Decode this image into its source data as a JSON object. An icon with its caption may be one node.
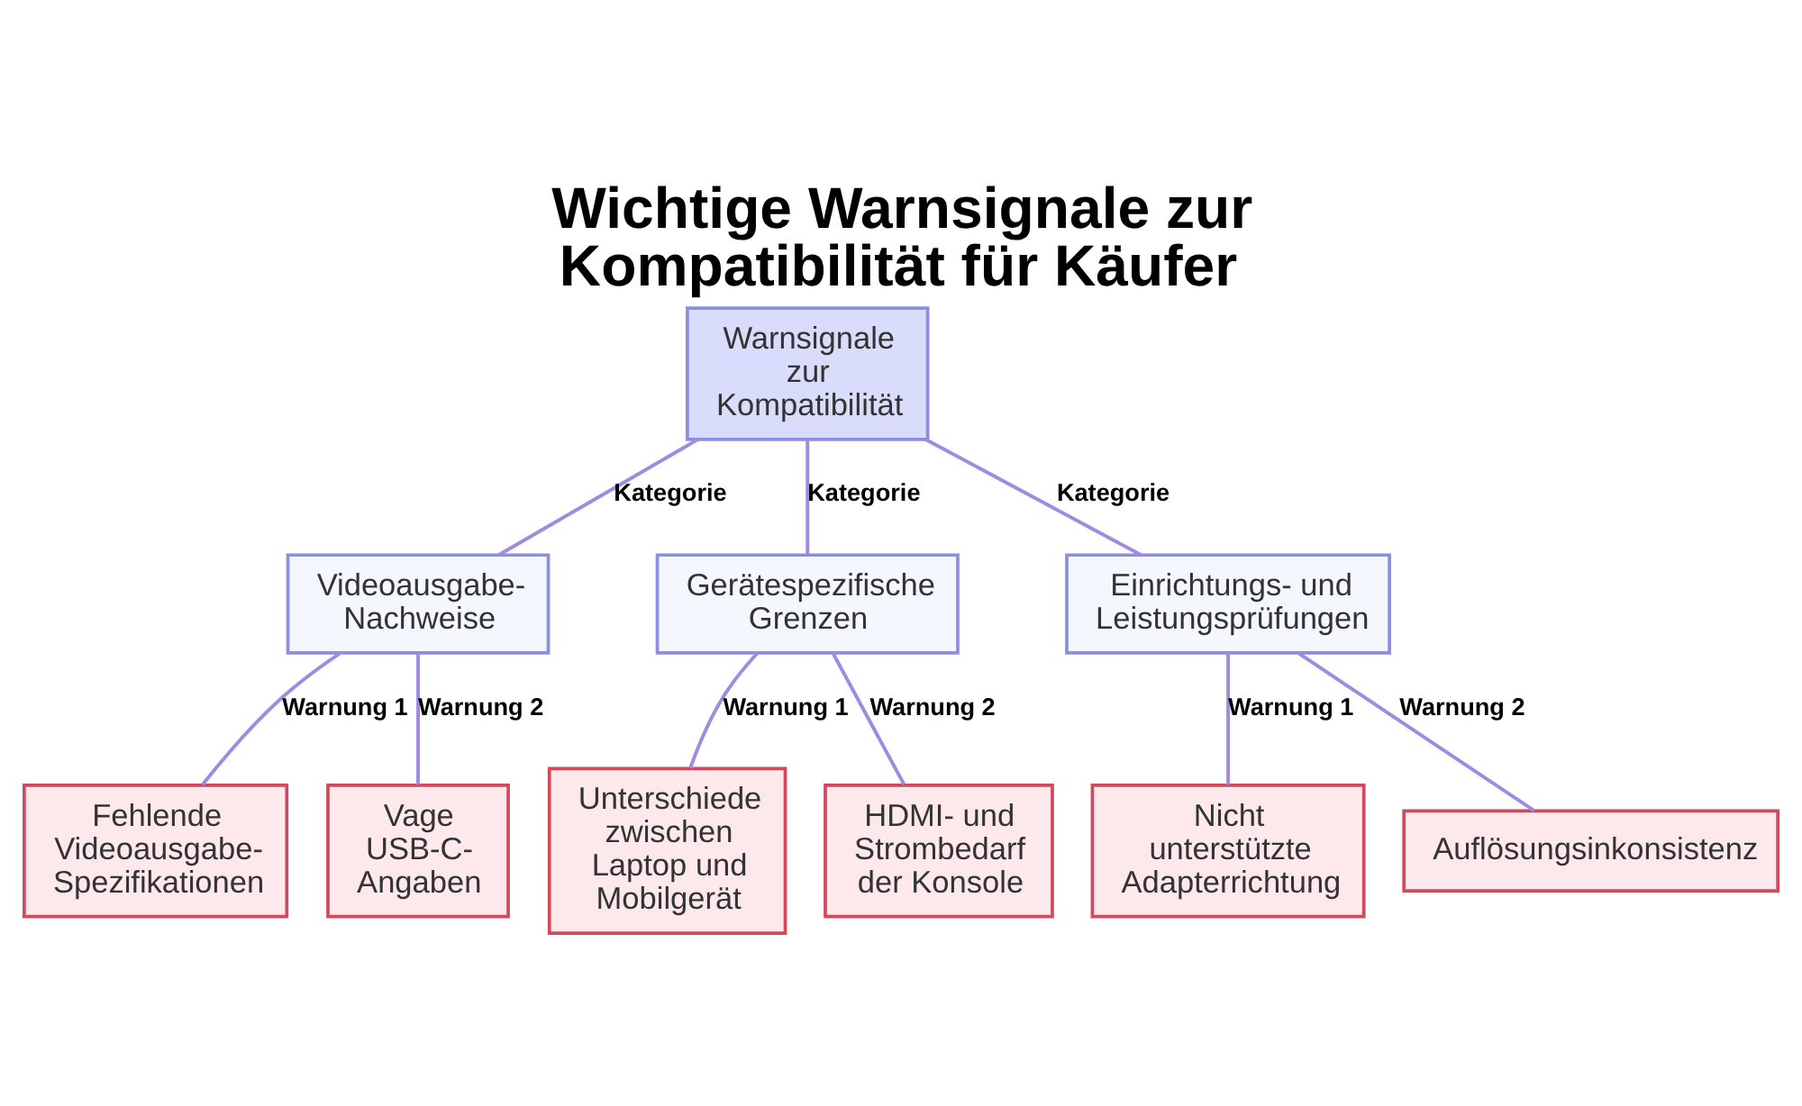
{
  "diagram": {
    "title": "Wichtige Warnsignale zur Kompatibilität für Käufer",
    "nodes": [
      {
        "text": [
          "Warnsignale zur Kompatibilität"
        ]
      },
      {
        "text": [
          "Videoausgabe-Nachweise"
        ]
      },
      {
        "text": [
          "Gerätespezifische Grenzen"
        ]
      },
      {
        "text": [
          "Einrichtungs- und Leistungsprüfungen"
        ]
      },
      {
        "text": [
          "Fehlende Videoausgabe-Spezifikationen"
        ]
      },
      {
        "text": [
          "Vage USB-C-Angaben"
        ]
      },
      {
        "text": [
          "Unterschiede zwischen Laptop und Mobilgerät"
        ]
      },
      {
        "text": [
          "HDMI- und Strombedarf der Konsole"
        ]
      },
      {
        "text": [
          "Nicht unterstützte Adapterrichtung"
        ]
      },
      {
        "text": [
          "Auflösungsinkonsistenz"
        ]
      }
    ],
    "edges": [
      {
        "from": 0,
        "to": 1,
        "arrow": "none",
        "label": "Kategorie"
      },
      {
        "from": 0,
        "to": 2,
        "arrow": "none",
        "label": "Kategorie"
      },
      {
        "from": 0,
        "to": 3,
        "arrow": "none",
        "label": "Kategorie"
      },
      {
        "from": 1,
        "to": 4,
        "arrow": "none",
        "label": "Warnung 1"
      },
      {
        "from": 1,
        "to": 5,
        "arrow": "none",
        "label": "Warnung 2"
      },
      {
        "from": 2,
        "to": 6,
        "arrow": "none",
        "label": "Warnung 1"
      },
      {
        "from": 2,
        "to": 7,
        "arrow": "none",
        "label": "Warnung 2"
      },
      {
        "from": 3,
        "to": 8,
        "arrow": "none",
        "label": "Warnung 1"
      },
      {
        "from": 3,
        "to": 9,
        "arrow": "none",
        "label": "Warnung 2"
      }
    ]
  }
}
